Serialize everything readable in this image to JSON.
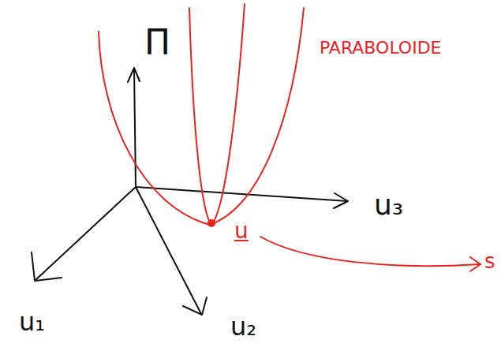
{
  "diagram": {
    "labels": [
      "Π",
      "PARABOLOIDE",
      "u",
      "u₃",
      "s",
      "u₁",
      "u₂"
    ]
  }
}
